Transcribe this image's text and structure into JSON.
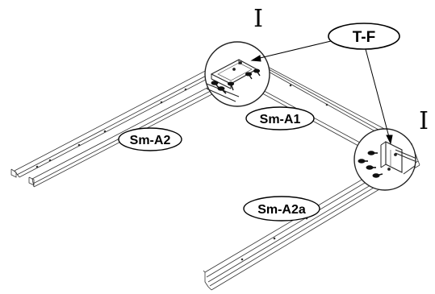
{
  "labels": {
    "tf": "T-F",
    "sm_a1": "Sm-A1",
    "sm_a2": "Sm-A2",
    "sm_a2a": "Sm-A2a",
    "detail_left": "I",
    "detail_right": "I"
  }
}
